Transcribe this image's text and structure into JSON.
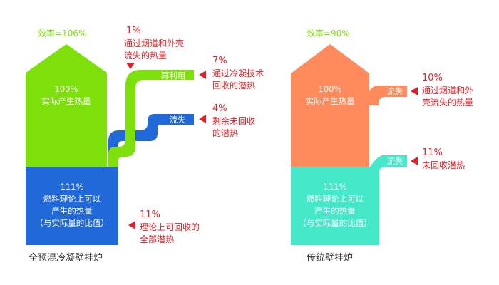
{
  "left": {
    "efficiency": "效率=106%",
    "top_pct": "100%",
    "top_text": "实际产生热量",
    "bottom_pct": "111%",
    "bottom_line1": "燃料理论上可以",
    "bottom_line2": "产生的热量",
    "bottom_line3": "（与实际量的比值）",
    "reuse_tag": "再利用",
    "loss_tag": "流失",
    "ann1_pct": "1%",
    "ann1_line1": "通过烟道和外壳",
    "ann1_line2": "流失的热量",
    "ann2_pct": "7%",
    "ann2_line1": "通过冷凝技术",
    "ann2_line2": "回收的潜热",
    "ann3_pct": "4%",
    "ann3_line1": "剩余未回收",
    "ann3_line2": "的潜热",
    "ann4_pct": "11%",
    "ann4_line1": "理论上可回收的",
    "ann4_line2": "全部潜热",
    "caption": "全预混冷凝壁挂炉"
  },
  "right": {
    "efficiency": "效率=90%",
    "top_pct": "100%",
    "top_text": "实际产生热量",
    "bottom_pct": "111%",
    "bottom_line1": "燃料理论上可以",
    "bottom_line2": "产生的热量",
    "bottom_line3": "（与实际量的比值）",
    "loss_tag1": "流失",
    "loss_tag2": "流失",
    "ann1_pct": "10%",
    "ann1_line1": "通过烟道和外",
    "ann1_line2": "壳流失的热量",
    "ann2_pct": "11%",
    "ann2_line1": "未回收潜热",
    "caption": "传统壁挂炉"
  },
  "colors": {
    "green": "#7de00a",
    "blue": "#2168d8",
    "orange": "#ff8a5b",
    "teal": "#45e8c8",
    "red": "#e0212a",
    "gray_text": "#333333"
  }
}
